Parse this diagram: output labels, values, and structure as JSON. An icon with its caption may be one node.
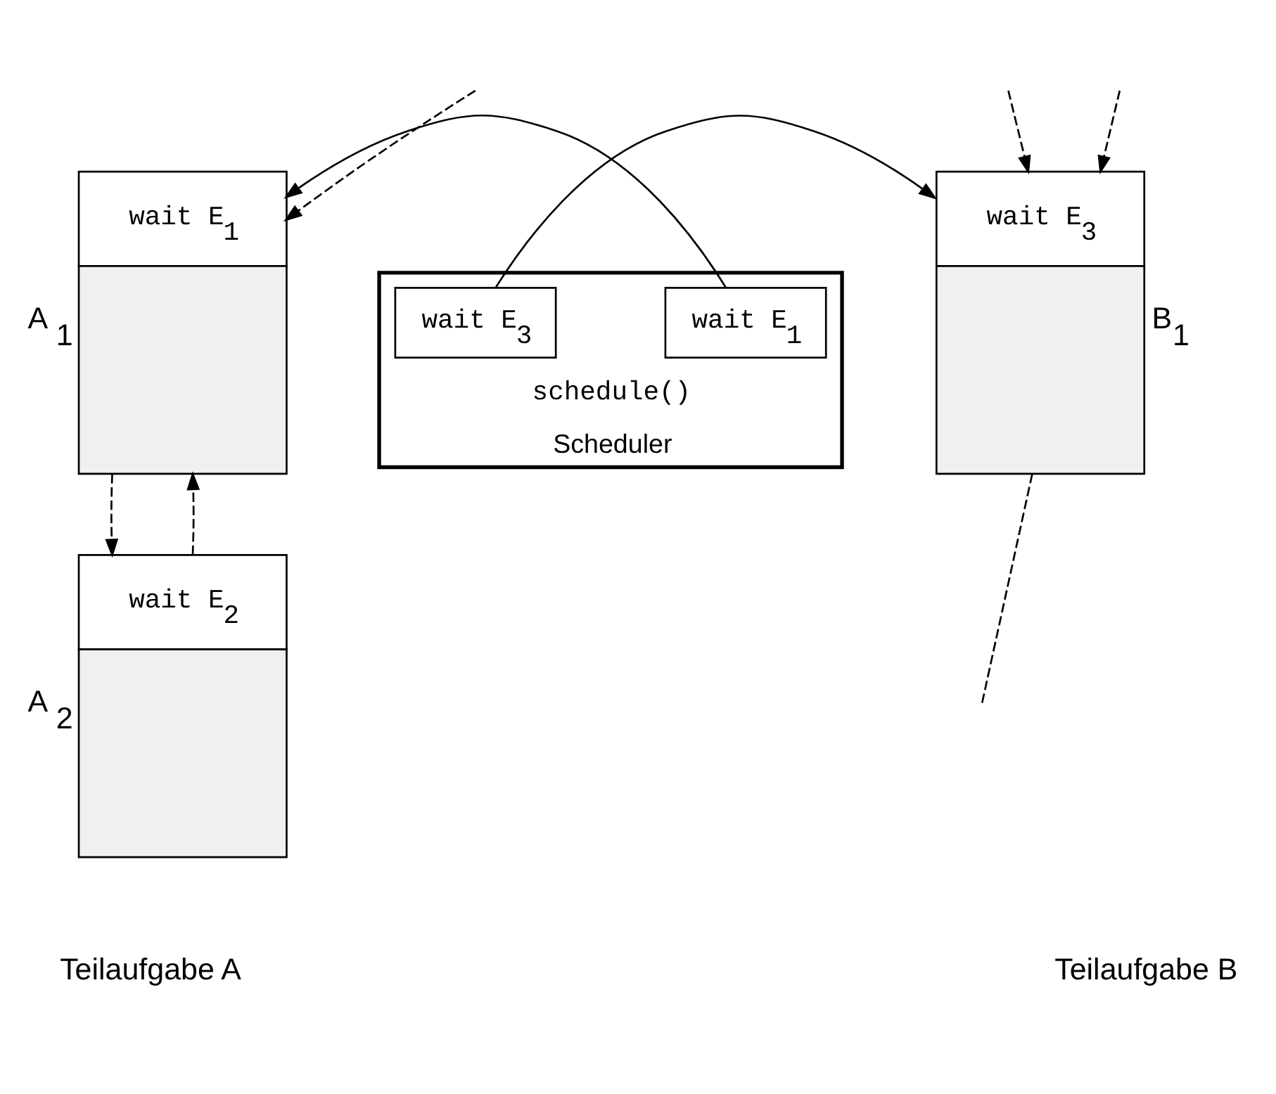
{
  "diagram": {
    "nodes": [
      {
        "text": [
          "wait E$_{1}$"
        ],
        "beside": [
          "A $_{1}$"
        ]
      },
      {
        "text": [
          "wait E$_{2}$"
        ],
        "beside": [
          "A $_{2}$"
        ]
      },
      {
        "text": [
          "schedule()",
          "Scheduler"
        ]
      },
      {
        "text": [
          "wait E$_{1}$"
        ],
        "in": 2
      },
      {
        "text": [
          "wait E$_{3}$"
        ],
        "in": 2
      },
      {
        "text": [
          "wait E$_{3}$"
        ],
        "beside": [
          "B$_{1}$"
        ]
      }
    ],
    "edges": [
      {
        "from": null,
        "to": 0,
        "arrow": "to",
        "style": "dashed"
      },
      {
        "from": 0,
        "to": 1,
        "arrow": "to",
        "style": "dashed"
      },
      {
        "from": 1,
        "to": 0,
        "arrow": "to",
        "style": "dashed"
      },
      {
        "from": 3,
        "to": 0,
        "arrow": "to"
      },
      {
        "from": 4,
        "to": 5,
        "arrow": "to"
      },
      {
        "from": 5,
        "to": null,
        "arrow": "none",
        "style": "dashed"
      },
      {
        "from": null,
        "to": 5,
        "arrow": "to",
        "style": "dashed"
      },
      {
        "from": null,
        "to": 5,
        "arrow": "to",
        "style": "dashed"
      }
    ],
    "labels": [
      "Teilaufgabe A",
      "Teilaufgabe B"
    ]
  }
}
